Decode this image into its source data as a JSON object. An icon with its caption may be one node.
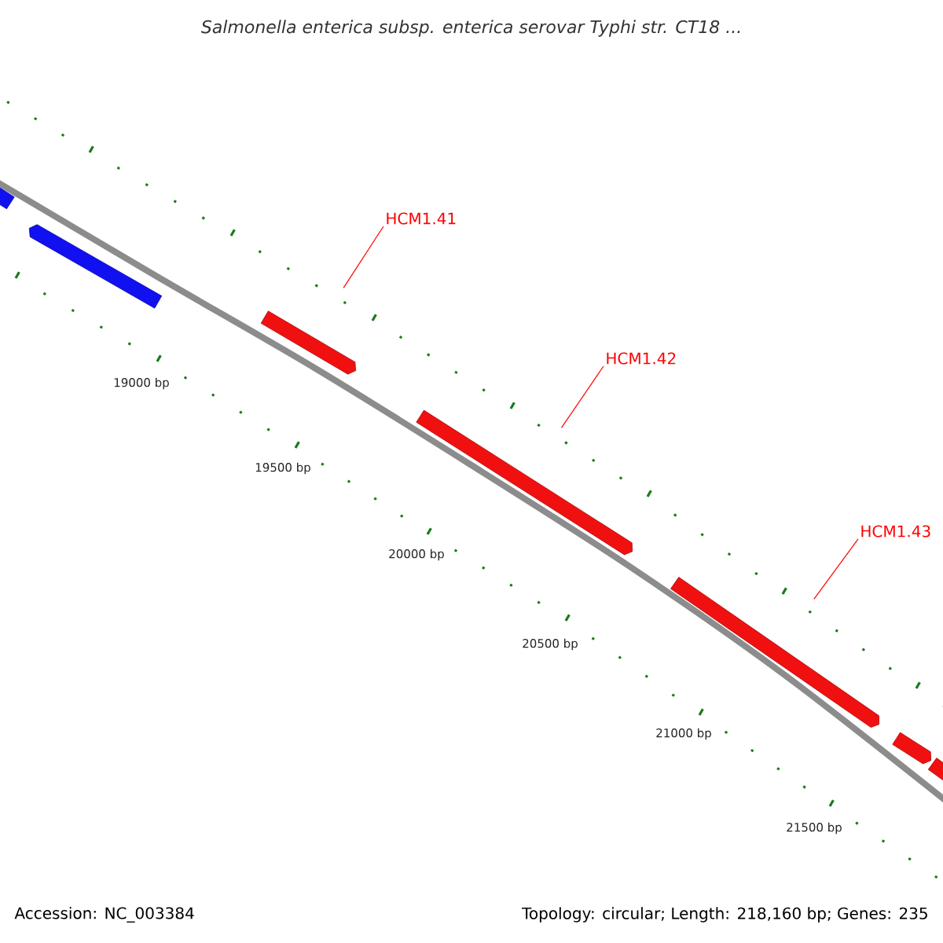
{
  "diagram": {
    "title": "Salmonella enterica subsp. enterica serovar Typhi str. CT18 ...",
    "nodes": [
      {
        "text": [],
        "shape": "bar"
      },
      {
        "text": [],
        "shape": "bar"
      },
      {
        "text": [],
        "shape": "bar"
      },
      {
        "text": [],
        "shape": "bar"
      },
      {
        "text": [],
        "shape": "bar"
      },
      {
        "text": [],
        "shape": "bar"
      },
      {
        "text": [],
        "shape": "bar"
      },
      {
        "text": [
          "HCM1.41"
        ]
      },
      {
        "text": [
          "HCM1.42"
        ]
      },
      {
        "text": [
          "HCM1.43"
        ]
      }
    ],
    "edges": [
      {
        "from": 7,
        "to": 2,
        "arrow": "none"
      },
      {
        "from": 8,
        "to": 3,
        "arrow": "none"
      },
      {
        "from": 9,
        "to": 4,
        "arrow": "none"
      }
    ],
    "labels": [
      "19000 bp",
      "19500 bp",
      "20000 bp",
      "20500 bp",
      "21000 bp",
      "21500 bp",
      "Accession: NC_003384",
      "Topology: circular; Length: 218,160 bp; Genes: 235"
    ]
  }
}
